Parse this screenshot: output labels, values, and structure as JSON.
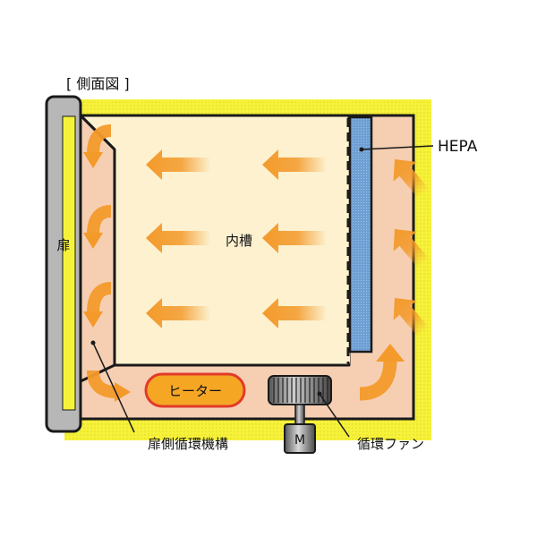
{
  "title": "[ 側面図 ]",
  "labels": {
    "door": "扉",
    "inner_chamber": "内槽",
    "hepa": "HEPA",
    "heater": "ヒーター",
    "motor": "M",
    "door_circulation": "扉側循環機構",
    "circulation_fan": "循環ファン"
  },
  "colors": {
    "outer_wall": "#f6f23a",
    "air_duct": "#f6cfb3",
    "chamber": "#fdf1cf",
    "door": "#b7b7b7",
    "hepa": "#6e9fd4",
    "heater_fill": "#f5a623",
    "heater_border": "#e23a2a",
    "arrow": "#f39a2b",
    "outline": "#1a1a1a"
  }
}
